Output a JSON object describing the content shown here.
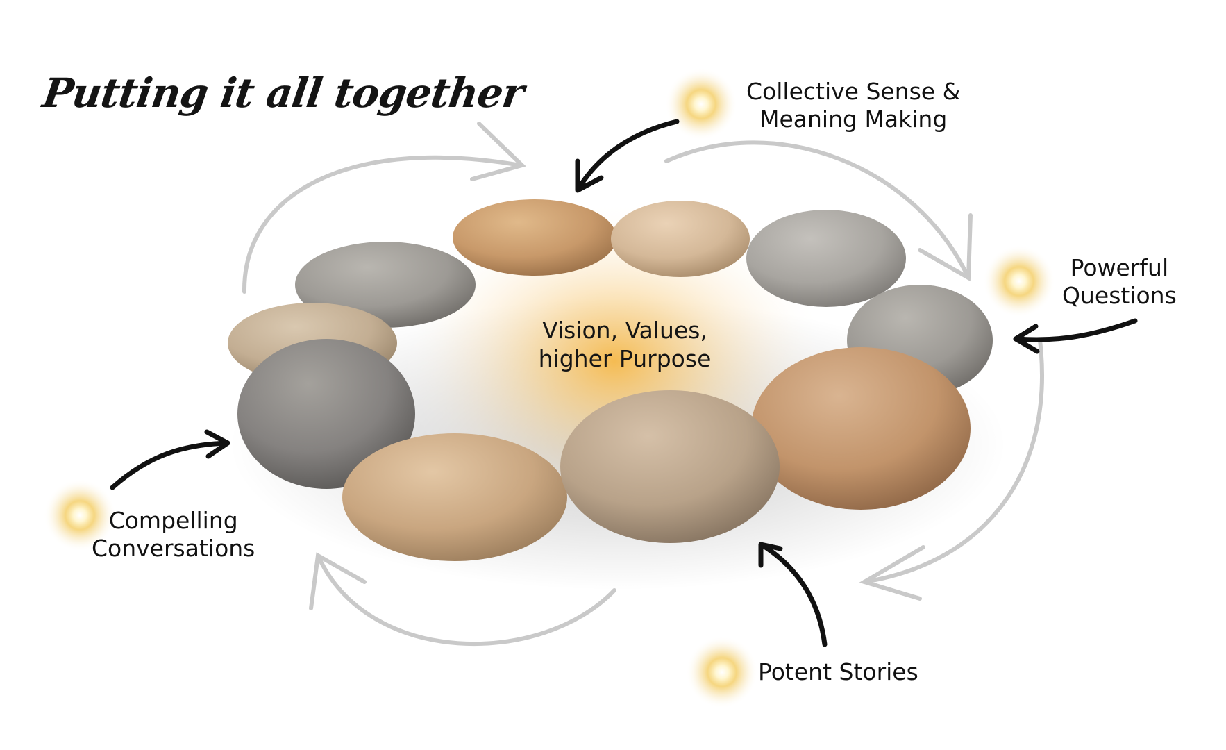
{
  "title": "Putting it all together",
  "center": {
    "line1": "Vision, Values,",
    "line2": "higher Purpose"
  },
  "labels": {
    "collective": {
      "line1": "Collective Sense &",
      "line2": "Meaning Making"
    },
    "powerful": {
      "line1": "Powerful",
      "line2": "Questions"
    },
    "compelling": {
      "line1": "Compelling",
      "line2": "Conversations"
    },
    "potent": {
      "line1": "Potent Stories"
    }
  },
  "colors": {
    "arrow": "#111111",
    "cycle_arrow": "#c9c9c9",
    "glow": "#f3c75a",
    "center_glow": "#f7c25e"
  }
}
